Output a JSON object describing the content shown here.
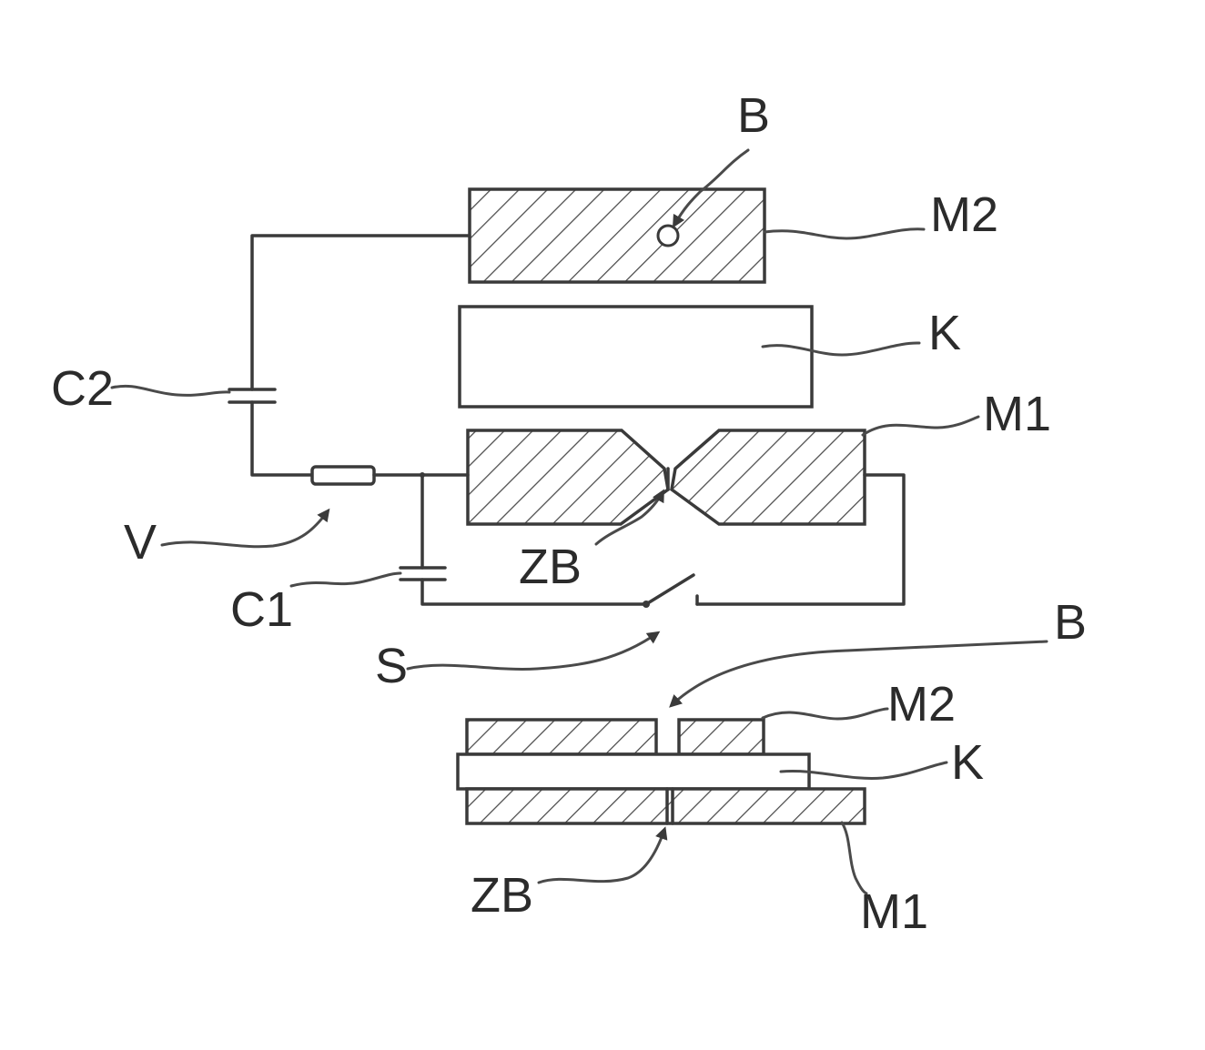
{
  "labels": {
    "B_top": "B",
    "M2_top": "M2",
    "K_top": "K",
    "M1_top": "M1",
    "C2": "C2",
    "V": "V",
    "ZB_top": "ZB",
    "C1": "C1",
    "S": "S",
    "B_bottom": "B",
    "M2_bottom": "M2",
    "K_bottom": "K",
    "ZB_bottom": "ZB",
    "M1_bottom": "M1"
  }
}
